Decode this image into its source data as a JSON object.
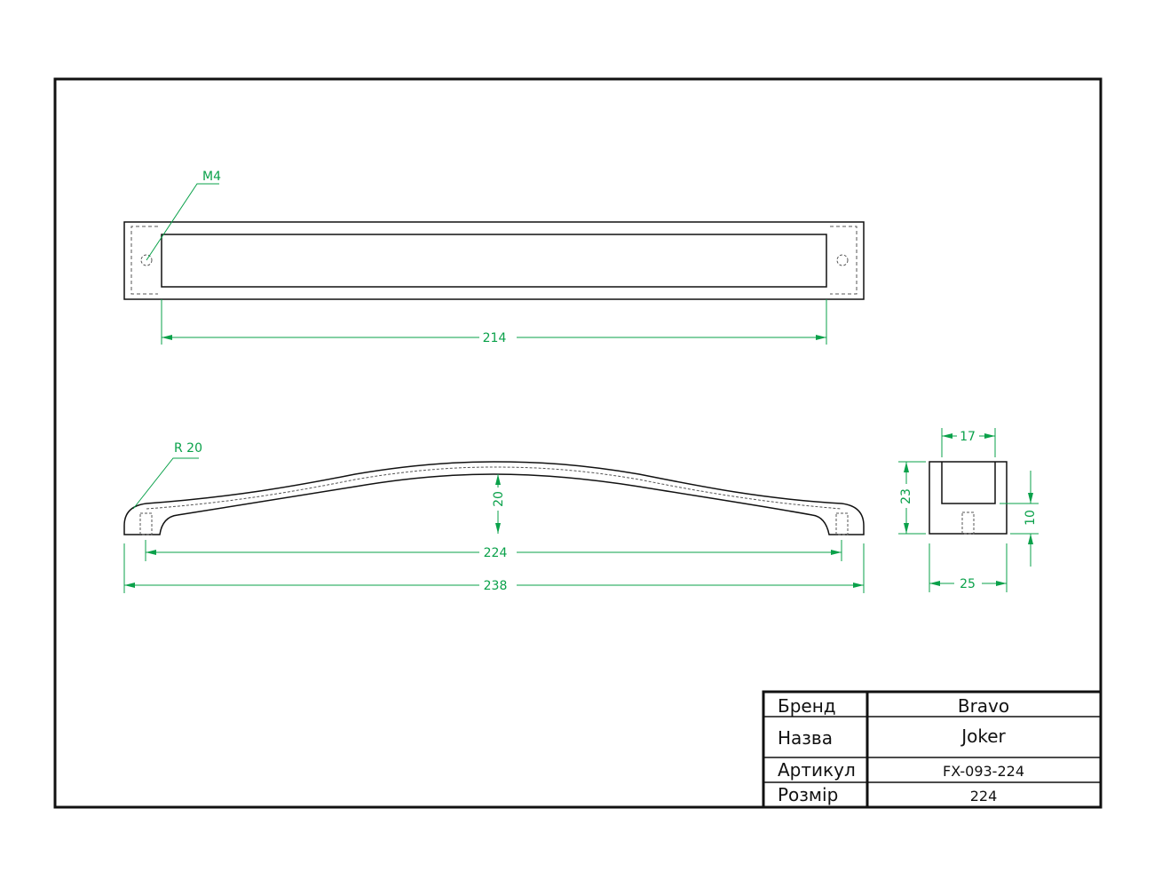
{
  "drawing": {
    "colors": {
      "outline": "#111111",
      "dimension": "#0aa14a",
      "background": "#ffffff"
    },
    "top_view": {
      "thread_label": "M4",
      "hole_spacing_label": "214"
    },
    "front_view": {
      "radius_label": "R 20",
      "height_label": "20",
      "hole_spacing_label": "224",
      "overall_length_label": "238"
    },
    "section_view": {
      "channel_width_label": "17",
      "height_label": "23",
      "depth_label": "10",
      "width_label": "25"
    }
  },
  "title_block": {
    "rows": [
      {
        "label": "Бренд",
        "value": "Bravo"
      },
      {
        "label": "Назва",
        "value": "Joker"
      },
      {
        "label": "Артикул",
        "value": "FX-093-224"
      },
      {
        "label": "Розмір",
        "value": "224"
      }
    ]
  }
}
